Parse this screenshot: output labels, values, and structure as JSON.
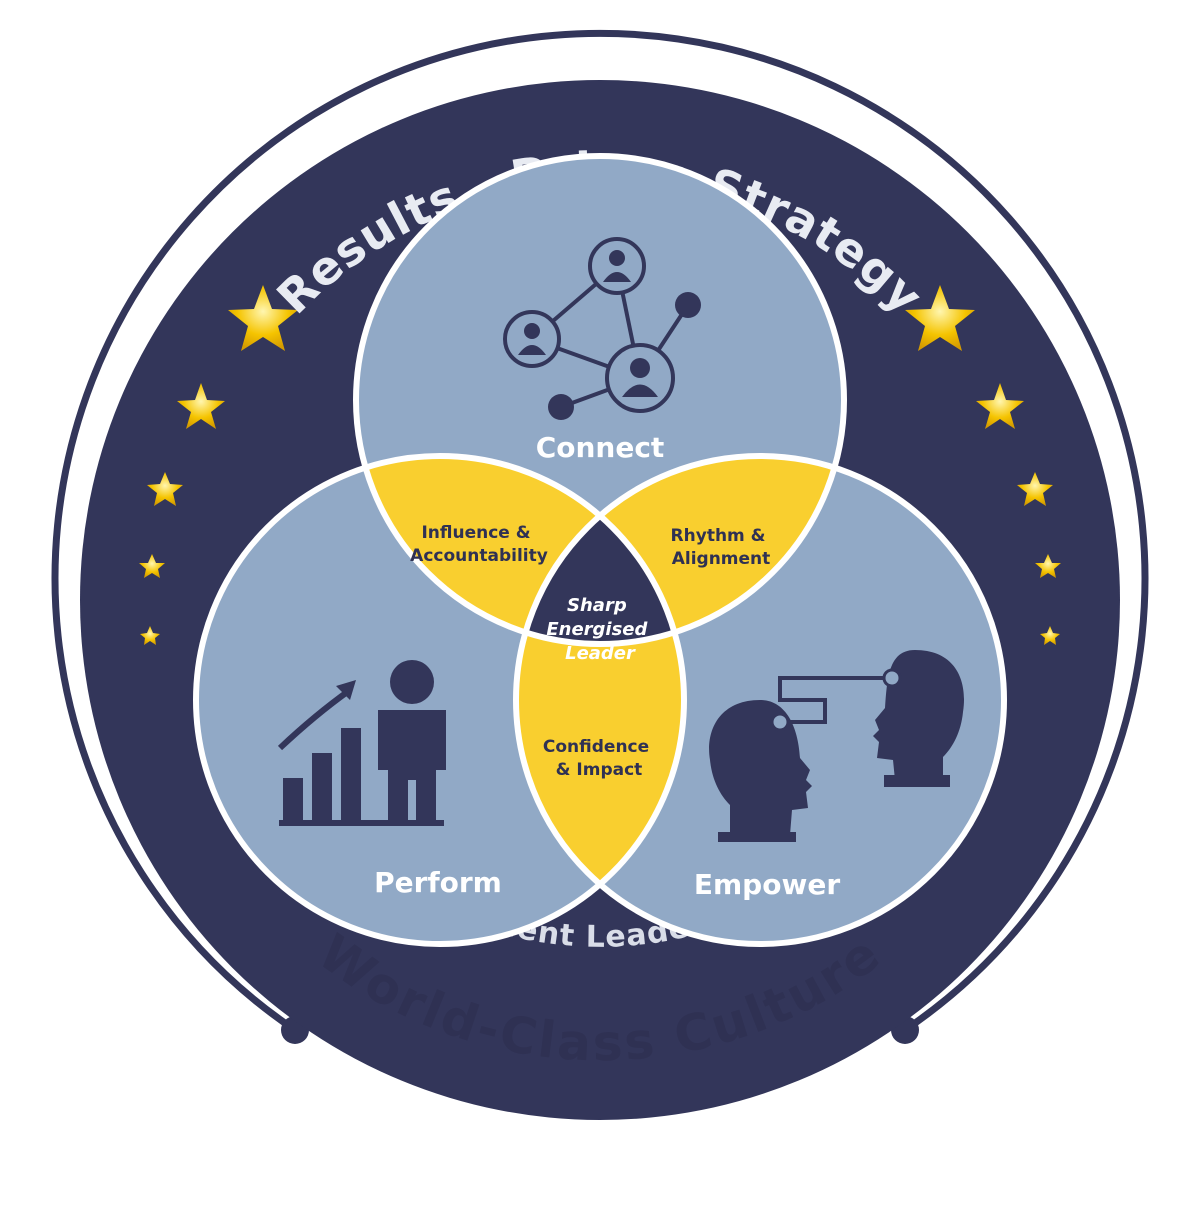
{
  "outer_ring": {
    "top_text": "Results - Driven Strategy",
    "inner_bottom_text": "Resilient Leadership",
    "outer_bottom_text": "World-Class Culture"
  },
  "circles": {
    "top": {
      "label": "Connect",
      "icon": "network-people-icon"
    },
    "left": {
      "label": "Perform",
      "icon": "growth-chart-person-icon"
    },
    "right": {
      "label": "Empower",
      "icon": "mentoring-heads-icon"
    }
  },
  "overlaps": {
    "top_left": [
      "Influence &",
      "Accountability"
    ],
    "top_right": [
      "Rhythm &",
      "Alignment"
    ],
    "bottom": [
      "Confidence",
      "& Impact"
    ],
    "center": [
      "Sharp",
      "Energised",
      "Leader"
    ]
  },
  "colors": {
    "navy": "#33365a",
    "circle_blue": "#91a9c6",
    "yellow": "#f9cf2f",
    "white": "#ffffff"
  }
}
